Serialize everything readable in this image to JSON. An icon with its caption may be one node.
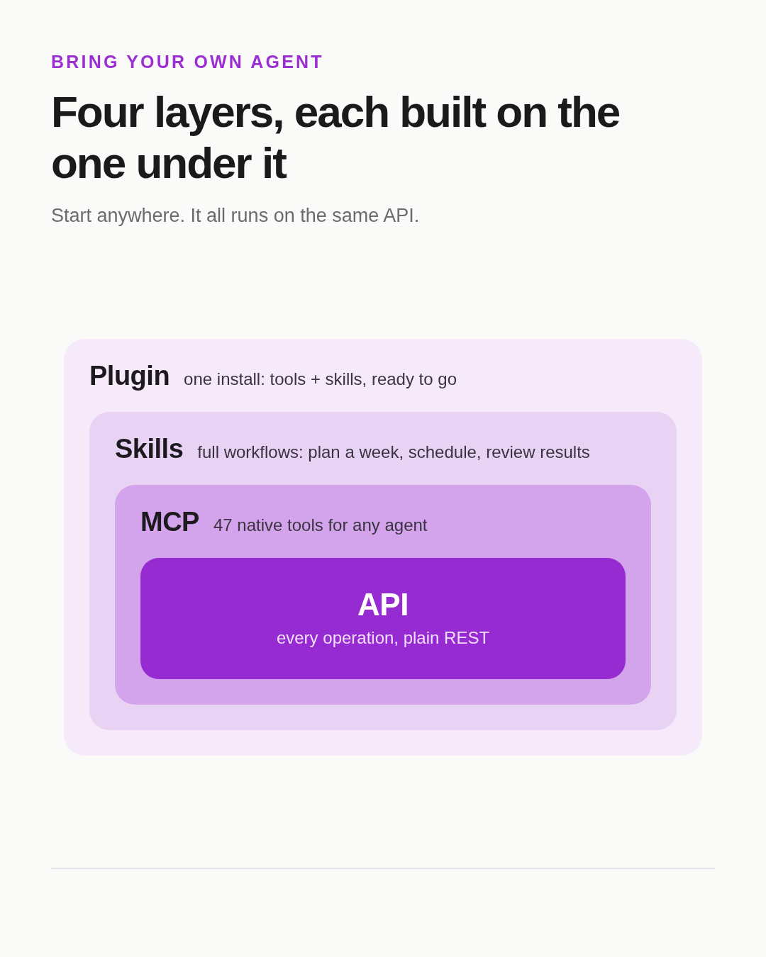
{
  "diagram": {
    "title": "Four layers, each built on the one under it",
    "nodes": [
      {
        "text": [
          "Plugin",
          "one install: tools + skills, ready to go"
        ]
      },
      {
        "text": [
          "Skills",
          "full workflows: plan a week, schedule, review results"
        ],
        "in": 0
      },
      {
        "text": [
          "MCP",
          "47 native tools for any agent"
        ],
        "in": 1
      },
      {
        "text": [
          "API",
          "every operation, plain REST"
        ],
        "in": 2
      }
    ],
    "labels": [
      "BRING YOUR OWN AGENT",
      "Start anywhere. It all runs on the same API."
    ]
  }
}
